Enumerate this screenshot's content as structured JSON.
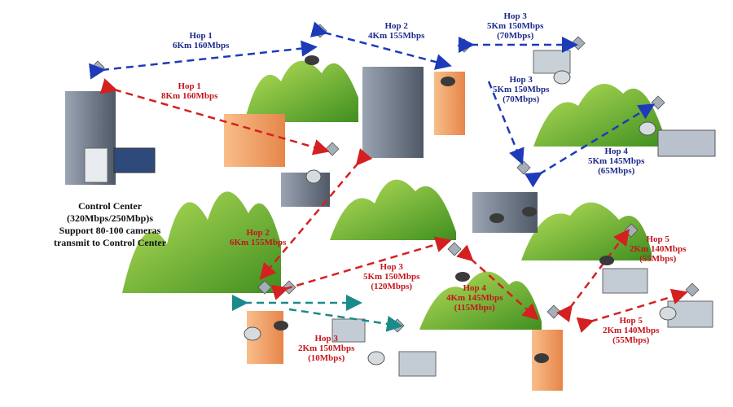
{
  "control_center": {
    "line1": "Control Center",
    "line2": "(320Mbps/250Mbp)s",
    "line3": "Support 80-100 cameras",
    "line4": "transmit to Control Center"
  },
  "colors": {
    "blue_link": "#1d3bb8",
    "red_link": "#d42020",
    "teal_link": "#1a8a8a",
    "hill_light": "#9fd34a",
    "hill_dark": "#3d8f1e",
    "building_orange": "#f3a36a",
    "building_gray": "#7c8796"
  },
  "labels": {
    "b_hop1": {
      "l1": "Hop 1",
      "l2": "6Km 160Mbps"
    },
    "b_hop2": {
      "l1": "Hop 2",
      "l2": "4Km 155Mbps"
    },
    "b_hop3_top": {
      "l1": "Hop 3",
      "l2": "5Km 150Mbps",
      "l3": "(70Mbps)"
    },
    "b_hop3_mid": {
      "l1": "Hop 3",
      "l2": "5Km 150Mbps",
      "l3": "(70Mbps)"
    },
    "b_hop4": {
      "l1": "Hop 4",
      "l2": "5Km 145Mbps",
      "l3": "(65Mbps)"
    },
    "r_hop1": {
      "l1": "Hop 1",
      "l2": "8Km 160Mbps"
    },
    "r_hop2": {
      "l1": "Hop 2",
      "l2": "6Km 155Mbps"
    },
    "r_hop3_mid": {
      "l1": "Hop 3",
      "l2": "5Km 150Mbps",
      "l3": "(120Mbps)"
    },
    "r_hop3_low": {
      "l1": "Hop 3",
      "l2": "2Km 150Mbps",
      "l3": "(10Mbps)"
    },
    "r_hop4": {
      "l1": "Hop 4",
      "l2": "4Km 145Mbps",
      "l3": "(115Mbps)"
    },
    "r_hop5_up": {
      "l1": "Hop 5",
      "l2": "2Km 140Mbps",
      "l3": "(55Mbps)"
    },
    "r_hop5_low": {
      "l1": "Hop 5",
      "l2": "2Km 140Mbps",
      "l3": "(55Mbps)"
    }
  }
}
